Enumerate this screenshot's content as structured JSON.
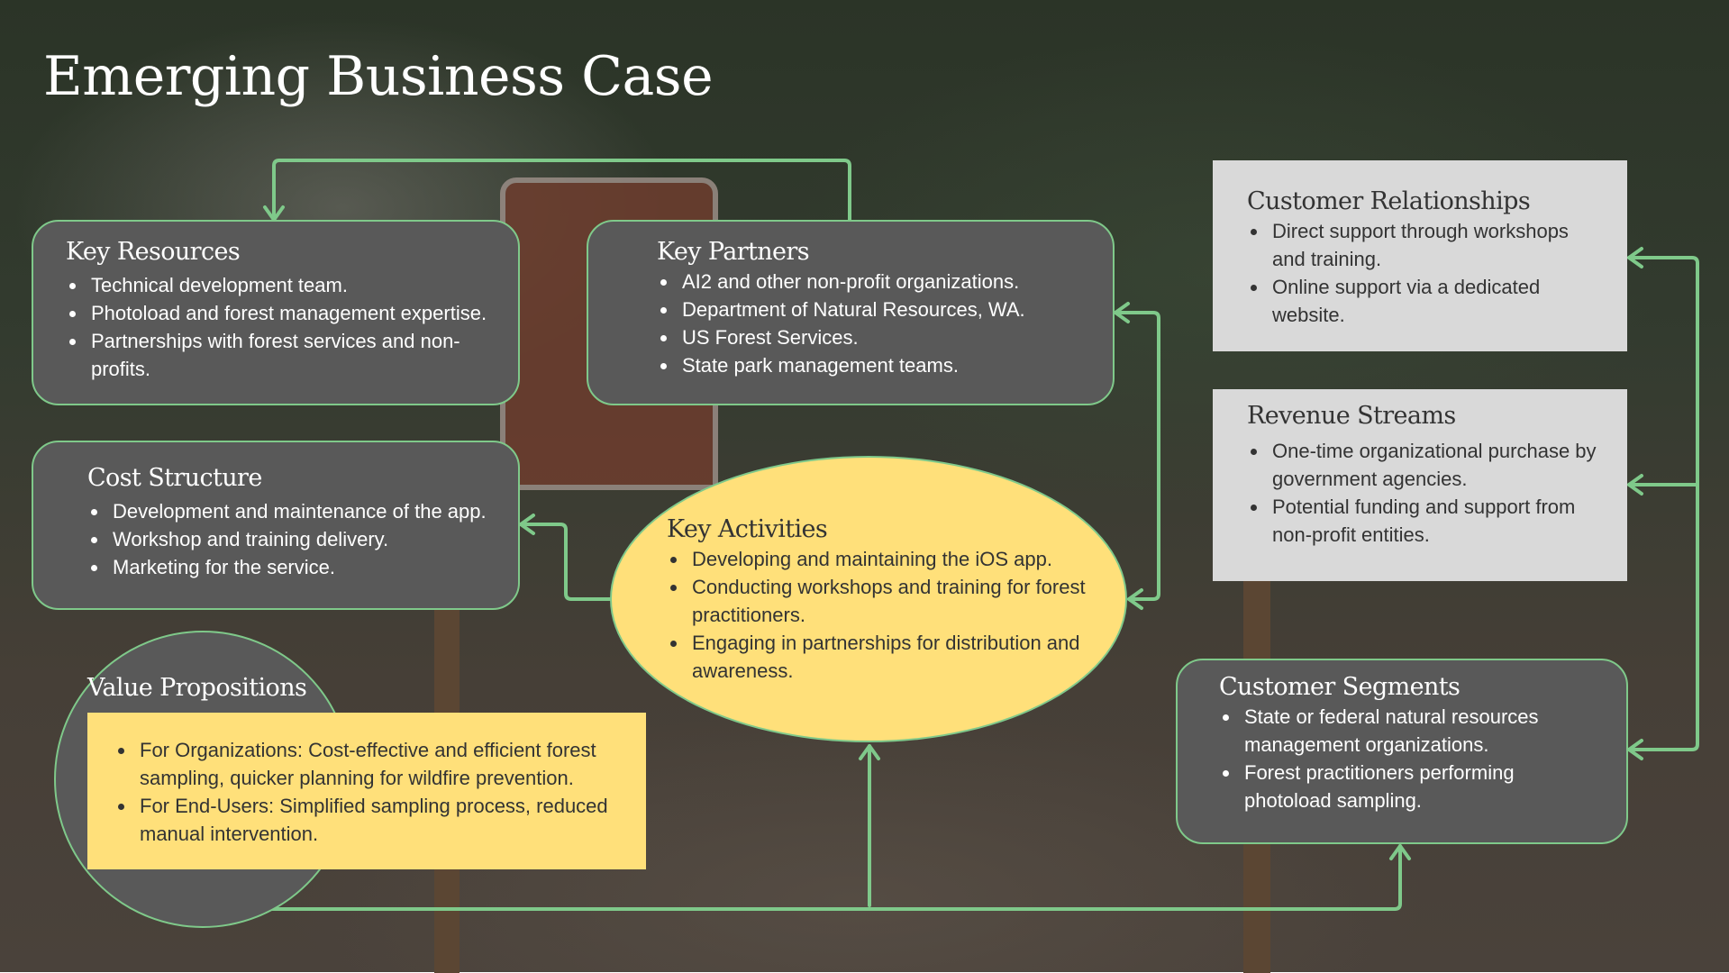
{
  "title": "Emerging Business Case",
  "colors": {
    "connector": "#7fc98a",
    "dark_box": "#595959",
    "light_box": "#d9d9d9",
    "highlight": "#ffe07a"
  },
  "key_resources": {
    "heading": "Key Resources",
    "items": [
      "Technical development team.",
      "Photoload and forest management expertise.",
      "Partnerships with forest services and non-profits."
    ]
  },
  "key_partners": {
    "heading": "Key Partners",
    "items": [
      "AI2 and other non-profit organizations.",
      "Department of Natural Resources, WA.",
      "US Forest Services.",
      "State park management teams."
    ]
  },
  "cost_structure": {
    "heading": "Cost Structure",
    "items": [
      "Development and maintenance of the app.",
      "Workshop and training delivery.",
      "Marketing for the service."
    ]
  },
  "key_activities": {
    "heading": "Key Activities",
    "items": [
      "Developing and maintaining the iOS app.",
      "Conducting workshops and training for forest practitioners.",
      "Engaging in partnerships for distribution and awareness."
    ]
  },
  "value_propositions": {
    "heading": "Value Propositions",
    "items": [
      "For Organizations: Cost-effective and efficient forest sampling, quicker planning for wildfire prevention.",
      "For End-Users: Simplified sampling process, reduced manual intervention."
    ]
  },
  "customer_relationships": {
    "heading": "Customer Relationships",
    "items": [
      "Direct support through workshops and training.",
      "Online support via a dedicated website."
    ]
  },
  "revenue_streams": {
    "heading": "Revenue Streams",
    "items": [
      "One-time organizational purchase by government agencies.",
      "Potential funding and support from non-profit entities."
    ]
  },
  "customer_segments": {
    "heading": "Customer Segments",
    "items": [
      "State or federal natural resources management organizations.",
      "Forest practitioners performing photoload sampling."
    ]
  }
}
